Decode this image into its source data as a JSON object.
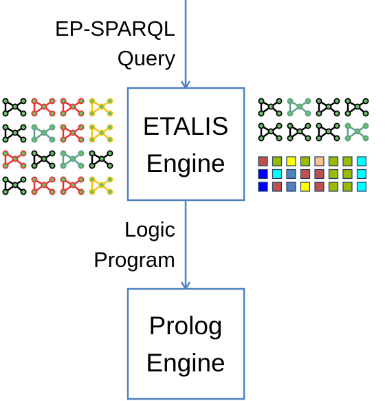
{
  "diagram": {
    "input_label": [
      "EP-SPARQL",
      "Query"
    ],
    "etalis_box": [
      "ETALIS",
      "Engine"
    ],
    "middle_label": [
      "Logic",
      "Program"
    ],
    "prolog_box": [
      "Prolog",
      "Engine"
    ],
    "colors": {
      "arrow": "#4f81bd",
      "box_border": "#4f81bd",
      "node_fill": "#6abf69",
      "edge_dark": "#000000",
      "edge_red": "#e5312f",
      "edge_yellow": "#f0c419",
      "edge_teal": "#5f9e8f"
    },
    "input_graph_grid": {
      "rows": 4,
      "cols": 4,
      "edge_colors": [
        [
          "edge_dark",
          "edge_red",
          "edge_red",
          "edge_yellow"
        ],
        [
          "edge_dark",
          "edge_teal",
          "edge_red",
          "edge_yellow"
        ],
        [
          "edge_red",
          "edge_dark",
          "edge_teal",
          "edge_dark"
        ],
        [
          "edge_dark",
          "edge_red",
          "edge_red",
          "edge_yellow"
        ]
      ]
    },
    "output_graph_grid": {
      "rows": 2,
      "cols": 4,
      "edge_colors": [
        [
          "edge_dark",
          "edge_teal",
          "edge_dark",
          "edge_dark"
        ],
        [
          "edge_dark",
          "edge_dark",
          "edge_dark",
          "edge_teal"
        ]
      ]
    },
    "output_square_grid": {
      "rows": 3,
      "cols": 8,
      "colors": [
        [
          "#c0504d",
          "#9bbb00",
          "#ffff00",
          "#9bbb00",
          "#fac090",
          "#9bbb00",
          "#9bbb00",
          "#00ffff"
        ],
        [
          "#0000ff",
          "#00ffff",
          "#4f81bd",
          "#c0504d",
          "#c0504d",
          "#9bbb00",
          "#9bbb00",
          "#00ffff"
        ],
        [
          "#0000ff",
          "#c0504d",
          "#4f81bd",
          "#ffff00",
          "#c0504d",
          "#9bbb00",
          "#9bbb00",
          "#00ffff"
        ]
      ]
    }
  }
}
